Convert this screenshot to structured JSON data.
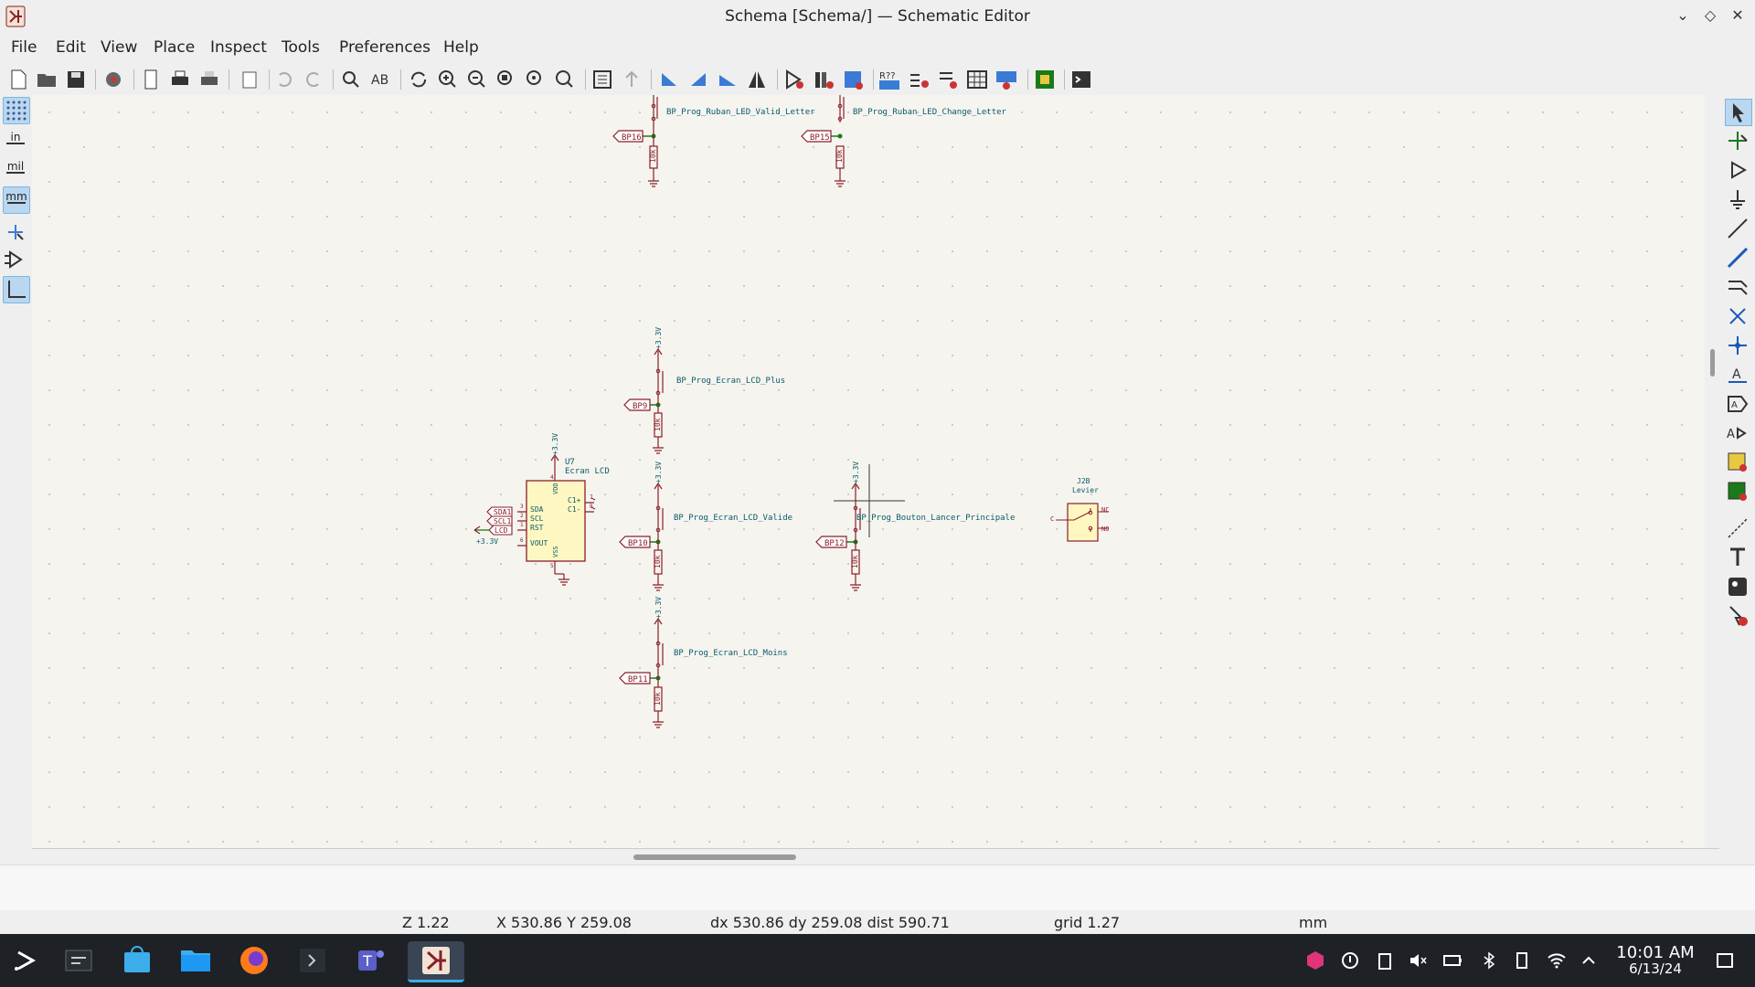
{
  "window": {
    "title": "Schema [Schema/] — Schematic Editor",
    "controls": [
      "chevron-down-icon",
      "restore-icon",
      "close-icon"
    ]
  },
  "menu": {
    "items": [
      "File",
      "Edit",
      "View",
      "Place",
      "Inspect",
      "Tools",
      "Preferences",
      "Help"
    ]
  },
  "left_toolbar": {
    "units": [
      "in",
      "mil",
      "mm"
    ],
    "active_unit": "mm"
  },
  "schematic": {
    "power_label": "+3.3V",
    "resistor_value": "10k",
    "top_buttons": [
      {
        "net": "BP_Prog_Ruban_LED_Valid_Letter",
        "label": "BP16"
      },
      {
        "net": "BP_Prog_Ruban_LED_Change_Letter",
        "label": "BP15"
      }
    ],
    "middle_buttons": [
      {
        "net": "BP_Prog_Ecran_LCD_Plus",
        "label": "BP9"
      },
      {
        "net": "BP_Prog_Ecran_LCD_Valide",
        "label": "BP10"
      },
      {
        "net": "BP_Prog_Ecran_LCD_Moins",
        "label": "BP11"
      }
    ],
    "launch_button": {
      "net": "BP_Prog_Bouton_Lancer_Principale",
      "label": "BP12"
    },
    "lcd": {
      "ref": "U7",
      "name": "Ecran LCD",
      "pins_left": [
        "SDA",
        "SCL",
        "RST",
        "VOUT"
      ],
      "pins_top": "VDD",
      "pins_bottom": "VSS",
      "pins_right": [
        "C1+",
        "C1-"
      ],
      "pin_numbers_left": [
        "3",
        "2",
        "1",
        "6"
      ],
      "pin_numbers_right": [
        "7",
        "8"
      ],
      "pin_number_top": "4",
      "pin_number_bottom": "5",
      "labels": [
        "SDA1",
        "SCL1",
        "LCD"
      ]
    },
    "lever": {
      "ref": "J2B",
      "name": "Levier",
      "pin_left": "C",
      "pin_nc": "NC",
      "pin_no": "NO"
    }
  },
  "status": {
    "zoom": "Z 1.22",
    "xy": "X 530.86  Y 259.08",
    "delta": "dx 530.86  dy 259.08  dist 590.71",
    "grid": "grid 1.27",
    "units": "mm"
  },
  "taskbar": {
    "time": "10:01 AM",
    "date": "6/13/24"
  },
  "colors": {
    "wire": "#1a7a1a",
    "component": "#8a1e2a",
    "component_fill": "#fff7c2",
    "net_text": "#0a5a6a",
    "accent": "#3daee9"
  }
}
